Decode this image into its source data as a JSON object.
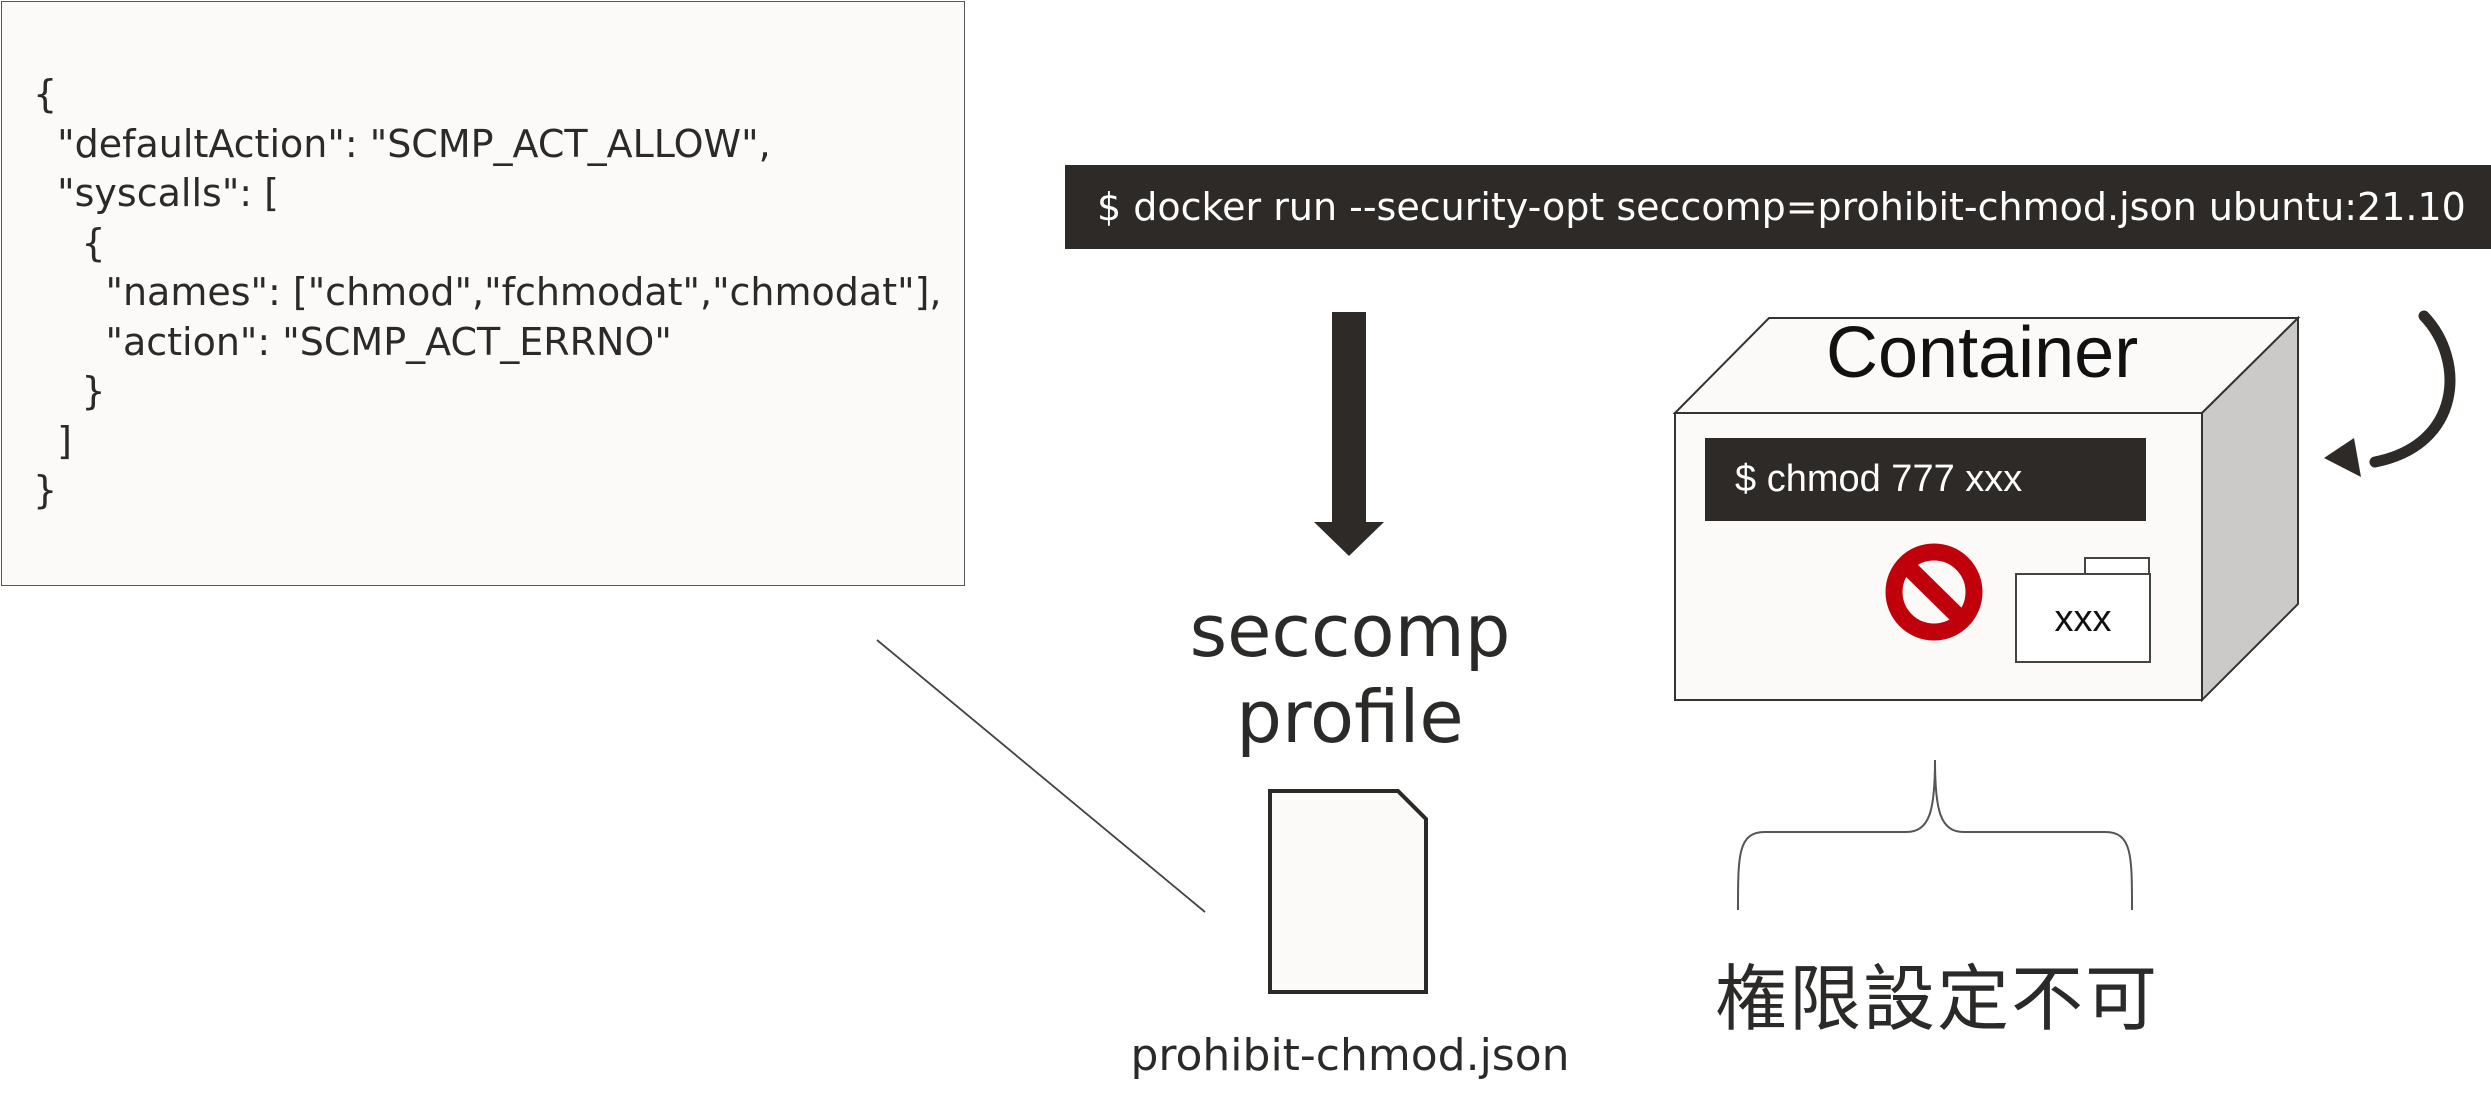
{
  "profile_json_lines": [
    "{",
    "  \"defaultAction\": \"SCMP_ACT_ALLOW\",",
    "  \"syscalls\": [",
    "    {",
    "      \"names\": [\"chmod\",\"fchmodat\",\"chmodat\"],",
    "      \"action\": \"SCMP_ACT_ERRNO\"",
    "    }",
    "  ]",
    "}"
  ],
  "docker_command": "$ docker run --security-opt seccomp=prohibit-chmod.json ubuntu:21.10",
  "profile_label_line1": "seccomp",
  "profile_label_line2": "profile",
  "profile_filename": "prohibit-chmod.json",
  "container_label": "Container",
  "container_command": "$ chmod 777 xxx",
  "folder_label": "xxx",
  "result_label": "権限設定不可",
  "icons": {
    "arrow_down": "arrow-down-icon",
    "document": "document-icon",
    "prohibited": "prohibited-icon",
    "folder": "folder-icon",
    "curved_arrow": "curved-arrow-icon"
  },
  "colors": {
    "dark": "#2d2a27",
    "prohibit_red": "#c0000b",
    "box_fill": "#fbfaf8",
    "box_side": "#cbcac8"
  }
}
